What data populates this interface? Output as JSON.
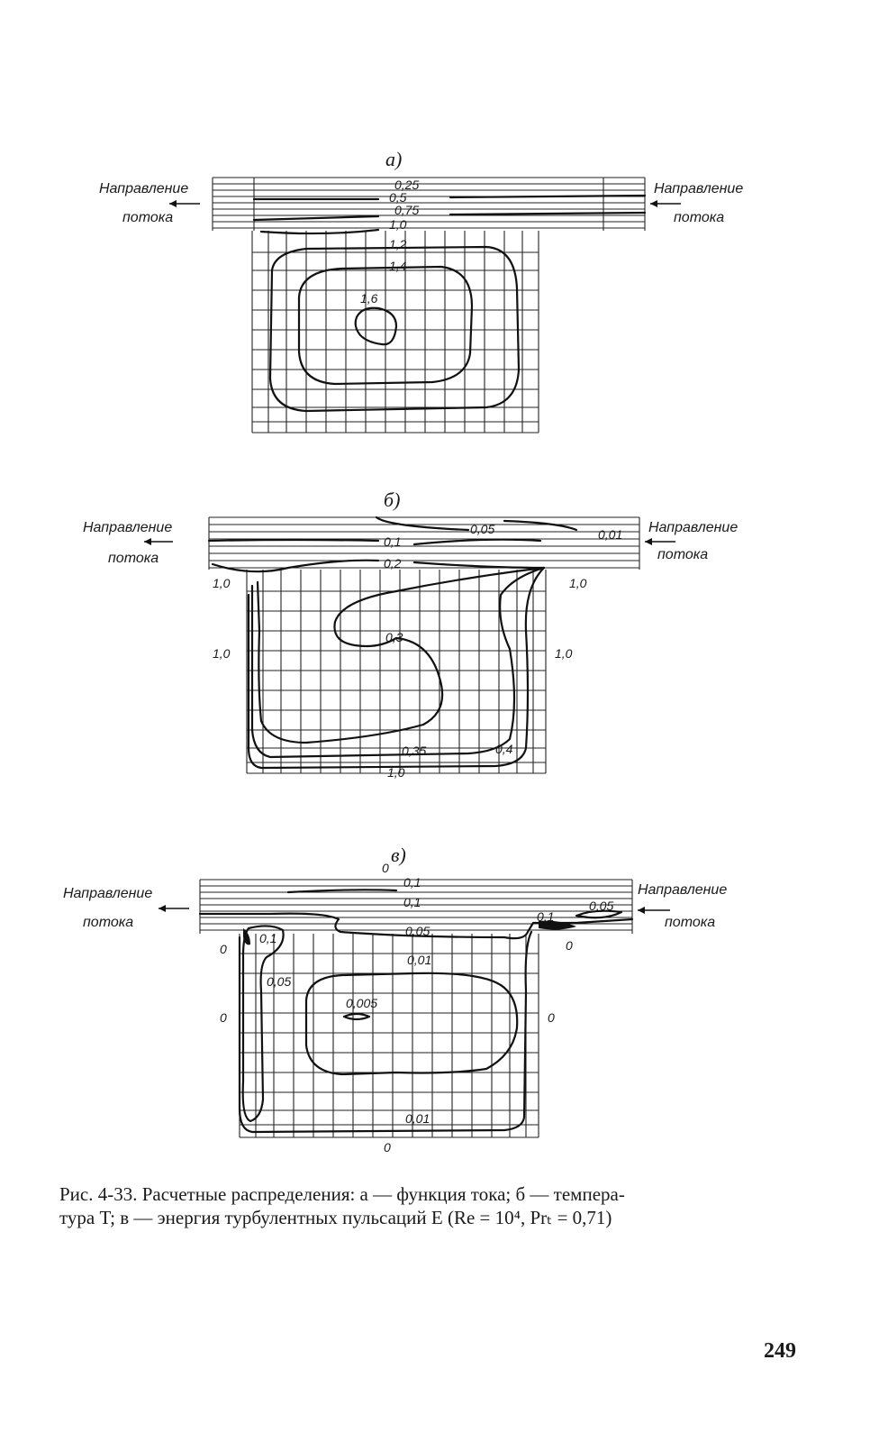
{
  "figure_a": {
    "tag": "а)",
    "flow_label_left": [
      "Направление",
      "потока"
    ],
    "flow_label_right": [
      "Направление",
      "потока"
    ],
    "contour_labels": [
      "0,25",
      "0,5",
      "0,75",
      "1,0",
      "1,2",
      "1,4",
      "1,6"
    ]
  },
  "figure_b": {
    "tag": "б)",
    "flow_label_left": [
      "Направление",
      "потока"
    ],
    "flow_label_right": [
      "Направление",
      "потока"
    ],
    "contour_labels": [
      "0,05",
      "0,01",
      "0,1",
      "0,2",
      "0,3",
      "0,35",
      "0,4",
      "1,0"
    ],
    "side_labels": [
      "1,0",
      "1,0",
      "1,0",
      "1,0"
    ]
  },
  "figure_c": {
    "tag": "в)",
    "flow_label_left": [
      "Направление",
      "потока"
    ],
    "flow_label_right": [
      "Направление",
      "потока"
    ],
    "contour_labels": [
      "0,1",
      "0,1",
      "0,05",
      "0,05",
      "0,1",
      "0,1",
      "0,01",
      "0,05",
      "0,005",
      "0,01"
    ],
    "zero_labels": [
      "0",
      "0",
      "0",
      "0",
      "0",
      "0"
    ]
  },
  "caption": {
    "line1": "Рис. 4-33. Расчетные распределения: а — функция тока; б — темпера-",
    "line2": "тура T; в — энергия турбулентных пульсаций E (Re = 10⁴, Prₜ = 0,71)"
  },
  "page_number": "249"
}
